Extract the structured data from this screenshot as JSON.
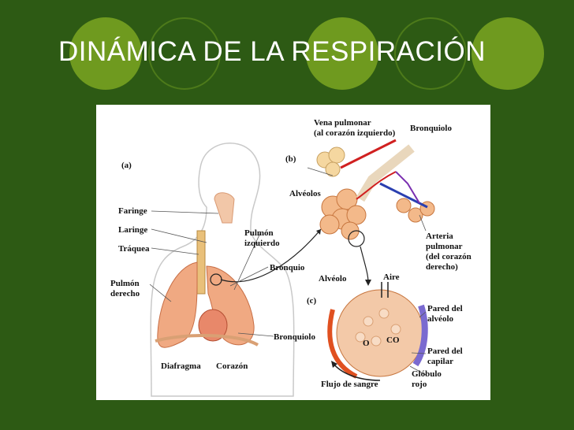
{
  "slide": {
    "title": "DINÁMICA DE LA RESPIRACIÓN"
  },
  "colors": {
    "background": "#2d5a14",
    "accent_circle": "#6f9a1f",
    "outline_circle": "#4d7a1a"
  },
  "diagram": {
    "panel_labels": {
      "a": "(a)",
      "b": "(b)",
      "c": "(c)"
    },
    "labels": {
      "faringe": "Faringe",
      "laringe": "Laringe",
      "traquea": "Tráquea",
      "pulmon_derecho_1": "Pulmón",
      "pulmon_derecho_2": "derecho",
      "pulmon_izquierdo_1": "Pulmón",
      "pulmon_izquierdo_2": "izquierdo",
      "bronquio": "Bronquio",
      "bronquiolo_a": "Bronquiolo",
      "diafragma": "Diafragma",
      "corazon": "Corazón",
      "vena_pulmonar_1": "Vena pulmonar",
      "vena_pulmonar_2": "(al corazón izquierdo)",
      "bronquiolo_b": "Bronquiolo",
      "alveolos": "Alvéolos",
      "arteria_1": "Arteria",
      "arteria_2": "pulmonar",
      "arteria_3": "(del corazón",
      "arteria_4": "derecho)",
      "alveolo": "Alvéolo",
      "aire": "Aire",
      "pared_alveolo_1": "Pared del",
      "pared_alveolo_2": "alvéolo",
      "pared_capilar_1": "Pared del",
      "pared_capilar_2": "capilar",
      "globulo_1": "Glóbulo",
      "globulo_2": "rojo",
      "flujo": "Flujo de sangre",
      "o2": "O",
      "co2": "CO"
    }
  }
}
